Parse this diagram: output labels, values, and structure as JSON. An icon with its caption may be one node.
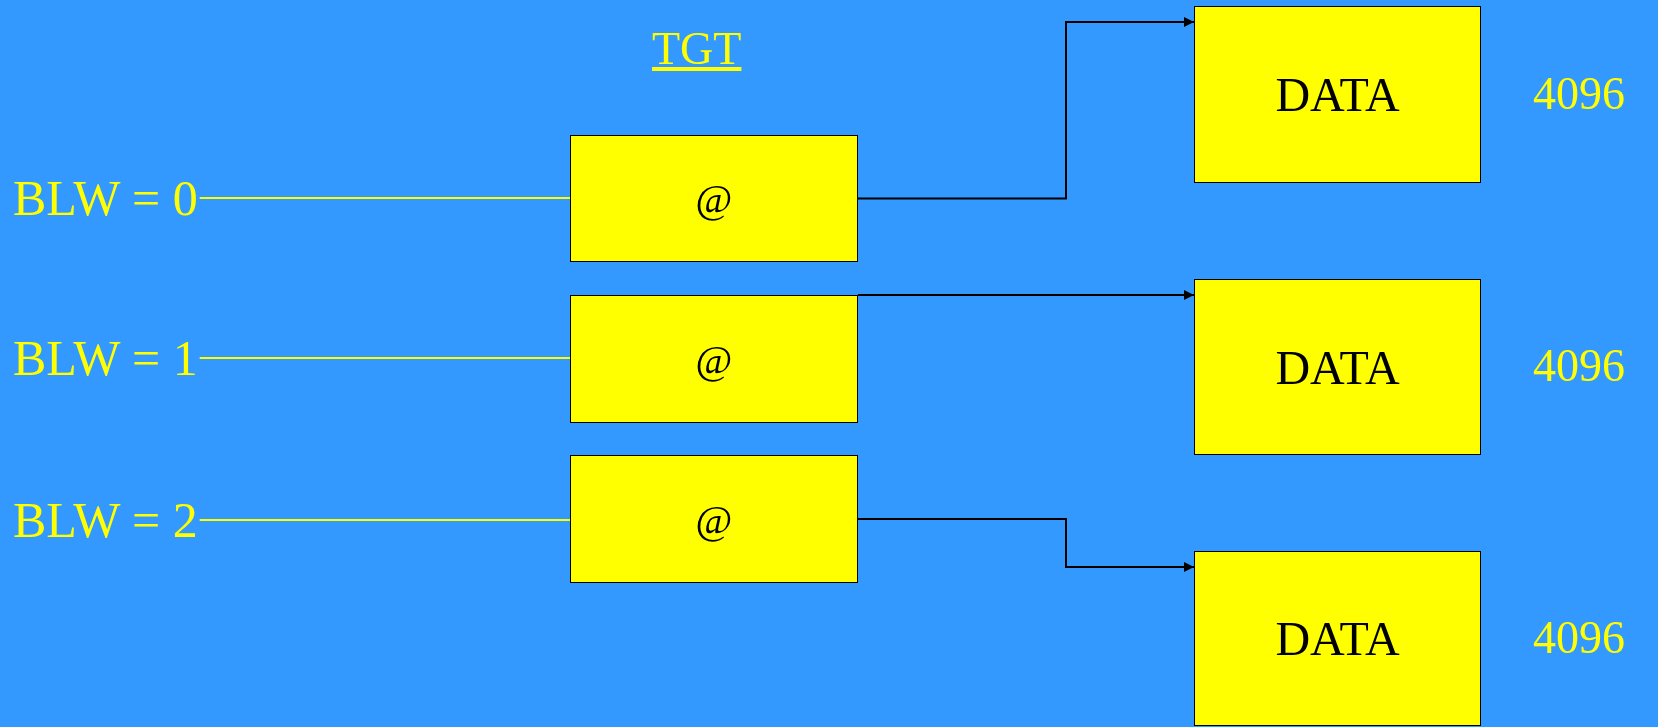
{
  "diagram": {
    "title": "TGT",
    "nodes": [
      {
        "text": [
          "BLW = 0"
        ]
      },
      {
        "text": [
          "BLW = 1"
        ]
      },
      {
        "text": [
          "BLW = 2"
        ]
      },
      {
        "text": [
          "@"
        ]
      },
      {
        "text": [
          "@"
        ]
      },
      {
        "text": [
          "@"
        ]
      },
      {
        "text": [
          "DATA"
        ],
        "beside": [
          "4096"
        ]
      },
      {
        "text": [
          "DATA"
        ],
        "beside": [
          "4096"
        ]
      },
      {
        "text": [
          "DATA"
        ],
        "beside": [
          "4096"
        ]
      }
    ],
    "edges": [
      {
        "from": 0,
        "to": 3,
        "arrow": "none",
        "color": "#ffff00"
      },
      {
        "from": 1,
        "to": 4,
        "arrow": "none",
        "color": "#ffff00"
      },
      {
        "from": 2,
        "to": 5,
        "arrow": "none",
        "color": "#ffff00"
      },
      {
        "from": 3,
        "to": 6,
        "arrow": "to",
        "color": "#000000"
      },
      {
        "from": 4,
        "to": 7,
        "arrow": "to",
        "color": "#000000"
      },
      {
        "from": 5,
        "to": 8,
        "arrow": "to",
        "color": "#000000"
      }
    ]
  }
}
